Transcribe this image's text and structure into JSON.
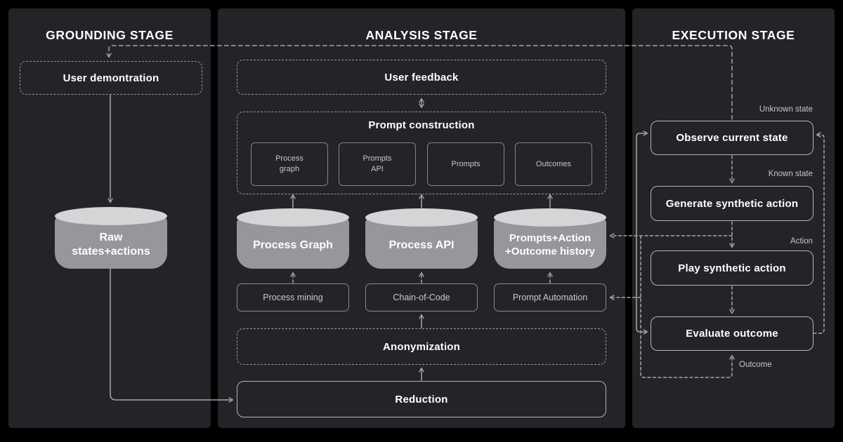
{
  "grounding": {
    "title": "GROUNDING STAGE",
    "user_demo": "User demontration",
    "cylinder": {
      "l1": "Raw",
      "l2": "states+actions"
    }
  },
  "analysis": {
    "title": "ANALYSIS STAGE",
    "user_feedback": "User feedback",
    "prompt_construction": {
      "title": "Prompt construction",
      "boxes": [
        {
          "l1": "Process",
          "l2": "graph"
        },
        {
          "l1": "Prompts",
          "l2": "API"
        },
        {
          "l1": "Prompts",
          "l2": ""
        },
        {
          "l1": "Outcomes",
          "l2": ""
        }
      ]
    },
    "cylinders": [
      {
        "l1": "Process Graph",
        "l2": ""
      },
      {
        "l1": "Process API",
        "l2": ""
      },
      {
        "l1": "Prompts+Action",
        "l2": "+Outcome history"
      }
    ],
    "methods": [
      "Process mining",
      "Chain-of-Code",
      "Prompt Automation"
    ],
    "anonymization": "Anonymization",
    "reduction": "Reduction"
  },
  "execution": {
    "title": "EXECUTION STAGE",
    "steps": [
      "Observe current state",
      "Generate synthetic action",
      "Play synthetic action",
      "Evaluate outcome"
    ],
    "labels": {
      "unknown": "Unknown state",
      "known": "Known state",
      "action": "Action",
      "outcome": "Outcome"
    }
  },
  "colors": {
    "background": "#000000",
    "panel": "#242428",
    "line": "#a6a6a6",
    "solid_border": "#b5b5b5",
    "dashed_border": "#9a9a9a",
    "muted_text": "#c6c6c6",
    "text": "#ffffff",
    "cylinder_body": "#96969b",
    "cylinder_cap": "#d5d5d7"
  }
}
